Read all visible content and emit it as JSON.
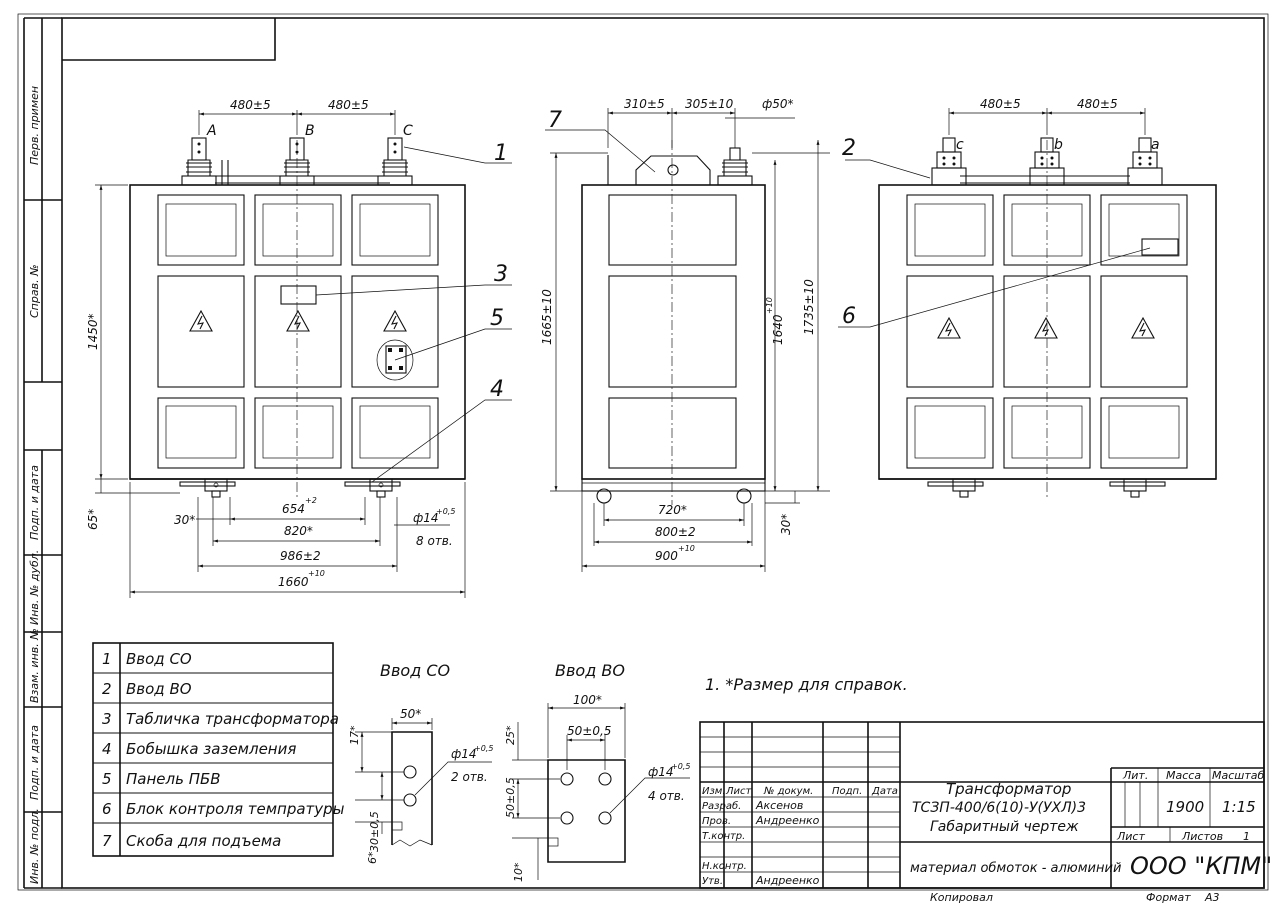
{
  "side_stamp": {
    "perv_primen": "Перв. примен",
    "sprav_no": "Справ. №",
    "podp_data_1": "Подп. и дата",
    "inv_dubl": "Инв. № дубл.",
    "vzam_inv": "Взам. инв. №",
    "podp_data_2": "Подп. и дата",
    "inv_podl": "Инв. № подл."
  },
  "dimensions": {
    "front_480_left": "480±5",
    "front_480_right": "480±5",
    "phase_a": "A",
    "phase_b": "B",
    "phase_c": "C",
    "height_1450": "1450*",
    "base_65": "65*",
    "d30": "30*",
    "d654": "654",
    "d654_sup": "+2",
    "d820": "820*",
    "d986": "986±2",
    "d1660": "1660",
    "d1660_sup": "+10",
    "hole14": "ф14",
    "hole14_sup": "+0,5",
    "holes8": "8 отв.",
    "side_310": "310±5",
    "side_305": "305±10",
    "side_50": "ф50*",
    "side_1665": "1665±10",
    "side_1640": "1640",
    "side_1640_sup": "+10",
    "side_1735": "1735±10",
    "side_720": "720*",
    "side_800": "800±2",
    "side_900": "900",
    "side_900_sup": "+10",
    "side_30": "30*",
    "rear_480_left": "480±5",
    "rear_480_right": "480±5",
    "phase_c_small": "c",
    "phase_b_small": "b",
    "phase_a_small": "a"
  },
  "callouts": [
    "1",
    "2",
    "3",
    "4",
    "5",
    "6",
    "7"
  ],
  "legend": [
    {
      "num": "1",
      "text": "Ввод СО"
    },
    {
      "num": "2",
      "text": "Ввод ВО"
    },
    {
      "num": "3",
      "text": "Табличка трансформатора"
    },
    {
      "num": "4",
      "text": "Бобышка заземления"
    },
    {
      "num": "5",
      "text": "Панель ПБВ"
    },
    {
      "num": "6",
      "text": "Блок контроля темпратуры"
    },
    {
      "num": "7",
      "text": "Скоба для подъема"
    }
  ],
  "detail_co": {
    "title": "Ввод СО",
    "w50": "50*",
    "h17": "17*",
    "h30": "30±0,5",
    "h6": "6*",
    "hole": "ф14",
    "hole_sup": "+0,5",
    "holes": "2 отв."
  },
  "detail_vo": {
    "title": "Ввод ВО",
    "w100": "100*",
    "w50": "50±0,5",
    "h25": "25*",
    "h50": "50±0,5",
    "h10": "10*",
    "hole": "ф14",
    "hole_sup": "+0,5",
    "holes": "4 отв."
  },
  "note": "1.  *Размер для справок.",
  "title_block": {
    "col_izm": "Изм.",
    "col_list": "Лист",
    "col_doc": "№ докум.",
    "col_podp": "Подп.",
    "col_data": "Дата",
    "razrab_label": "Разраб.",
    "razrab_name": "Аксенов",
    "prov_label": "Пров.",
    "prov_name": "Андреенко",
    "tkontr_label": "Т.контр.",
    "nkontr_label": "Н.контр.",
    "utv_label": "Утв.",
    "utv_name": "Андреенко",
    "title_line1": "Трансформатор",
    "title_line2": "ТСЗП-400/6(10)-У(УХЛ)3",
    "title_line3": "Габаритный чертеж",
    "lit_label": "Лит.",
    "massa_label": "Масса",
    "masshtab_label": "Масштаб",
    "massa_value": "1900",
    "masshtab_value": "1:15",
    "list_label": "Лист",
    "listov_label": "Листов",
    "listov_value": "1",
    "material": "материал обмоток - алюминий",
    "company": "ООО \"КПМ\"",
    "kopiroval": "Копировал",
    "format_label": "Формат",
    "format_value": "А3"
  },
  "colors": {
    "line": "#111111",
    "background": "#ffffff"
  }
}
